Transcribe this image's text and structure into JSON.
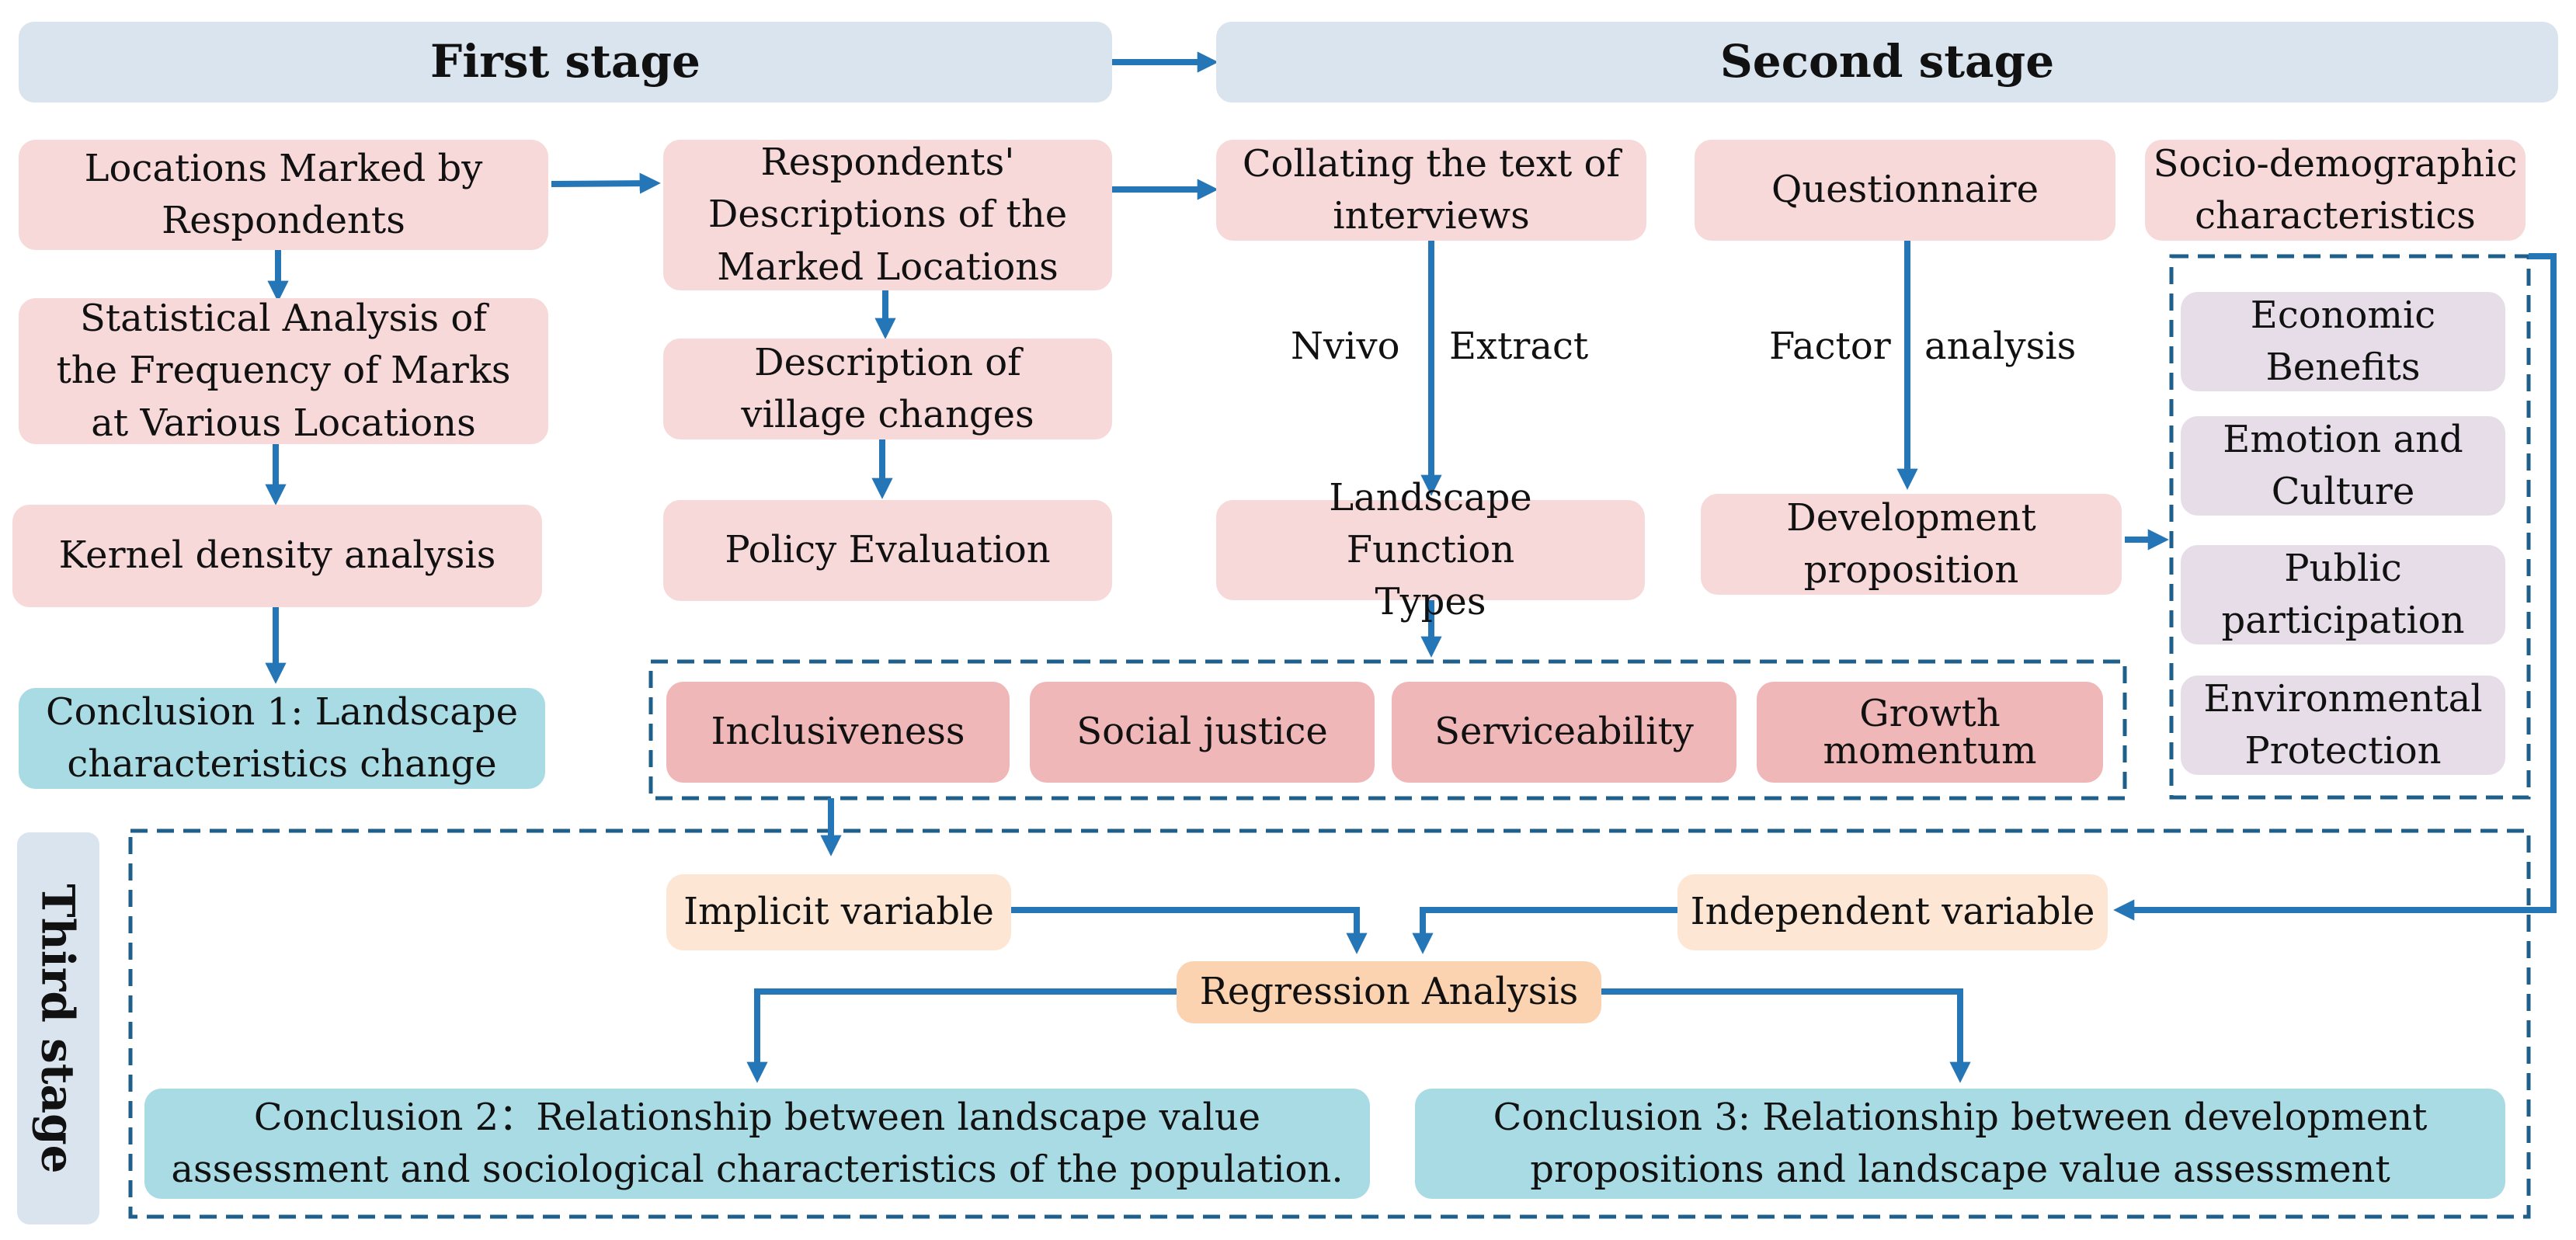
{
  "stages": {
    "first": "First stage",
    "second": "Second stage",
    "third": "Third stage"
  },
  "first_stage": {
    "locations": "Locations Marked by Respondents",
    "statistical": "Statistical Analysis of the Frequency of Marks at Various Locations",
    "kernel": "Kernel density analysis",
    "conclusion1": "Conclusion 1: Landscape characteristics change",
    "descriptions": "Respondents' Descriptions of the Marked Locations",
    "village": "Description of village changes",
    "policy": "Policy Evaluation"
  },
  "second_stage": {
    "collating": "Collating the text of interviews",
    "nvivo": "Nvivo",
    "extract": "Extract",
    "landscape_types": "Landscape Function Types",
    "questionnaire": "Questionnaire",
    "factor": "Factor",
    "analysis": "analysis",
    "development": "Development proposition",
    "socio": "Socio-demographic characteristics",
    "socio_items": [
      "Economic Benefits",
      "Emotion and Culture",
      "Public participation",
      "Environmental Protection"
    ],
    "function_items": [
      "Inclusiveness",
      "Social justice",
      "Serviceability",
      "Growth momentum"
    ]
  },
  "third_stage": {
    "implicit": "Implicit variable",
    "independent": "Independent variable",
    "regression": "Regression Analysis",
    "conclusion2": "Conclusion 2：Relationship between landscape value assessment and sociological characteristics of the population.",
    "conclusion3": "Conclusion 3: Relationship between development propositions and landscape value assessment"
  },
  "colors": {
    "arrow": "#2576b6",
    "dash": "#1f5f8b",
    "stage_band": "#d9e4ef",
    "pink": "#f7d9da",
    "rose": "#efb7b8",
    "cyan": "#a8dbe4",
    "lavender": "#e6dde9",
    "peach": "#fde6d3",
    "orange": "#fbd3b0"
  }
}
